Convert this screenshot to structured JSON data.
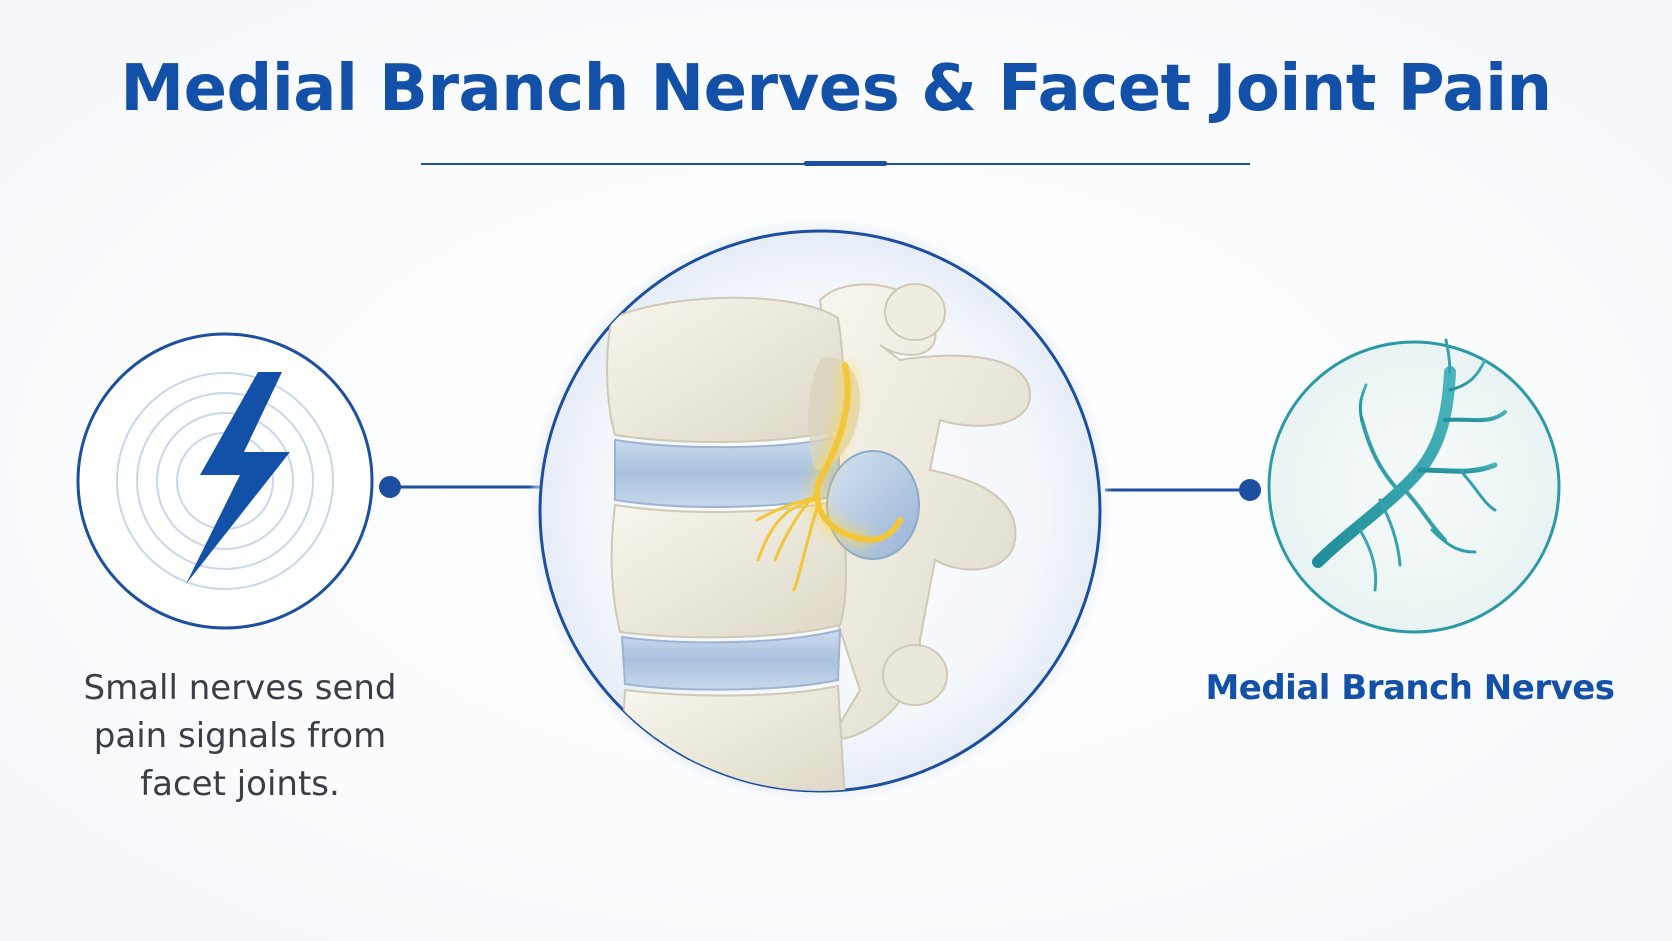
{
  "title": "Medial Branch Nerves & Facet Joint Pain",
  "left_panel": {
    "icon": "lightning-bolt-icon",
    "caption": "Small nerves send pain signals from facet joints."
  },
  "center_panel": {
    "illustration": "vertebra-with-medial-branch-nerve"
  },
  "right_panel": {
    "icon": "branching-nerve-icon",
    "label": "Medial Branch Nerves"
  },
  "colors": {
    "primary_blue": "#1350a8",
    "circle_blue": "#1d4fa0",
    "nerve_teal": "#2a9aa5",
    "nerve_yellow": "#f3c63a",
    "bone": "#efece2",
    "disc": "#b9cde3"
  }
}
